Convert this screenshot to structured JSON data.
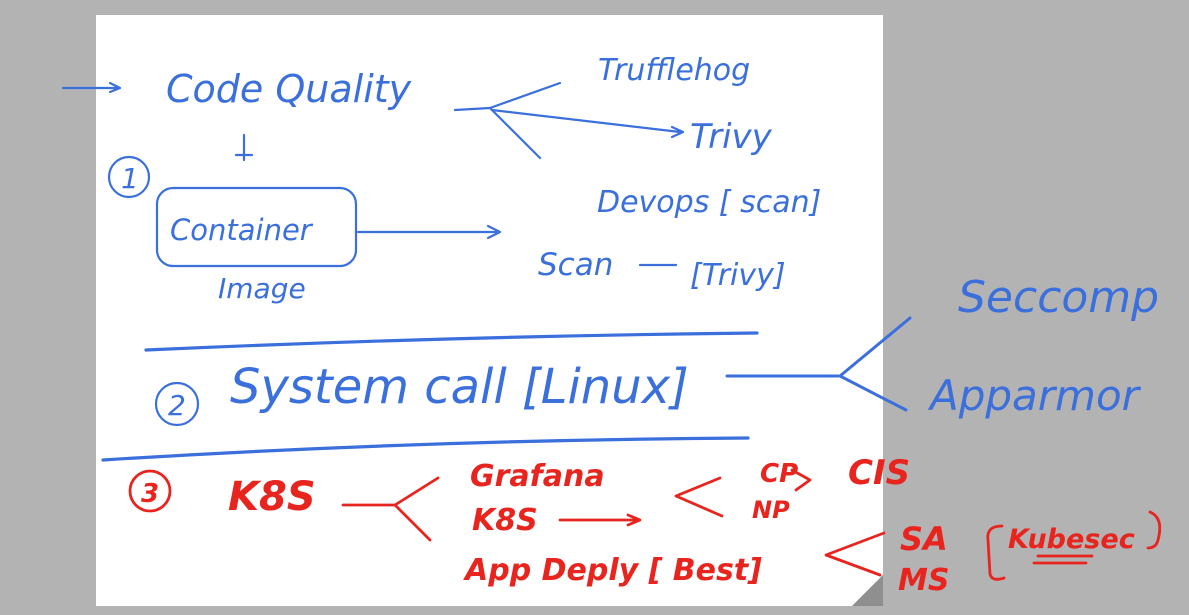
{
  "colors": {
    "background": "#b3b3b3",
    "page": "#ffffff",
    "blue_ink": "#3a6fdc",
    "red_ink": "#e8241e",
    "page_curl": "#8f8f8f"
  },
  "notes": {
    "section1": {
      "number": "1",
      "code_quality": "Code Quality",
      "trufflehog": "Trufflehog",
      "trivy": "Trivy",
      "container": "Container",
      "image": "Image",
      "devops_scan": "Devops [ scan]",
      "scan": "Scan",
      "trivy_bracket": "[Trivy]"
    },
    "section2": {
      "number": "2",
      "system_call": "System call [Linux]",
      "seccomp": "Seccomp",
      "apparmor": "Apparmor"
    },
    "section3": {
      "number": "3",
      "k8s": "K8S",
      "grafana": "Grafana",
      "k8s_2": "K8S",
      "app_deploy": "App Deply [ Best]",
      "cp": "CP",
      "np": "NP",
      "cis": "CIS",
      "sa": "SA",
      "ms": "MS",
      "kubesec": "Kubesec"
    }
  }
}
